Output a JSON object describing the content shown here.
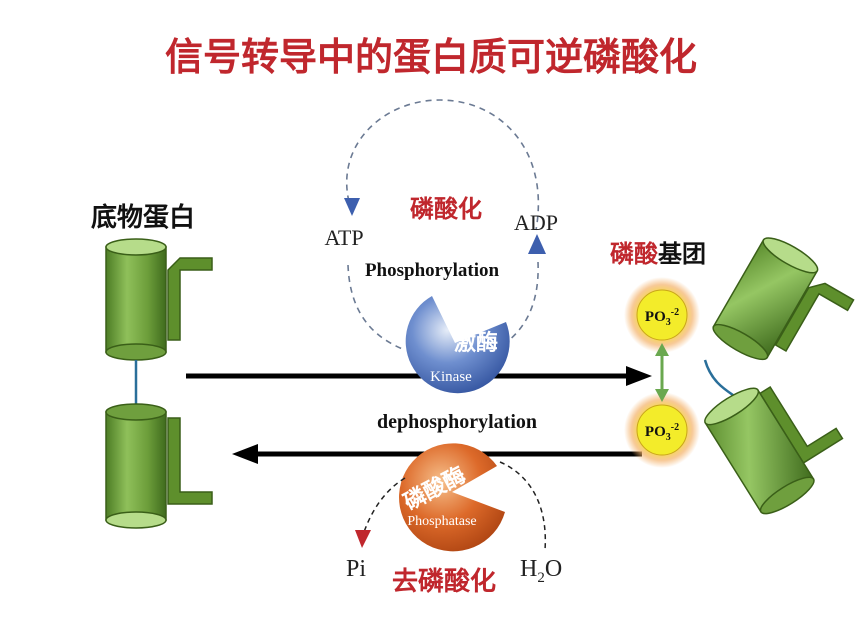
{
  "title": "信号转导中的蛋白质可逆磷酸化",
  "substrate_label": "底物蛋白",
  "phosphorylation": {
    "label_cn": "磷酸化",
    "label_en": "Phosphorylation",
    "atp": "ATP",
    "adp": "ADP"
  },
  "dephosphorylation": {
    "label_cn": "去磷酸化",
    "label_en": "dephosphorylation",
    "pi": "Pi",
    "h2o_main": "H",
    "h2o_sub": "2",
    "h2o_tail": "O"
  },
  "kinase": {
    "label_cn": "激酶",
    "label_en": "Kinase"
  },
  "phosphatase": {
    "label_cn": "磷酸酶",
    "label_en": "Phosphatase"
  },
  "phosphate_group": {
    "label_red": "磷酸",
    "label_black": "基团",
    "po_main": "PO",
    "po_sub": "3",
    "po_sup": "-2"
  },
  "colors": {
    "title": "#c0272d",
    "kinase": "#3d5fae",
    "phosphatase": "#d35a1f",
    "cylinder": "#6e9e3d",
    "phosphate": "#f3ec2a",
    "dashed": "#6b7a93"
  }
}
